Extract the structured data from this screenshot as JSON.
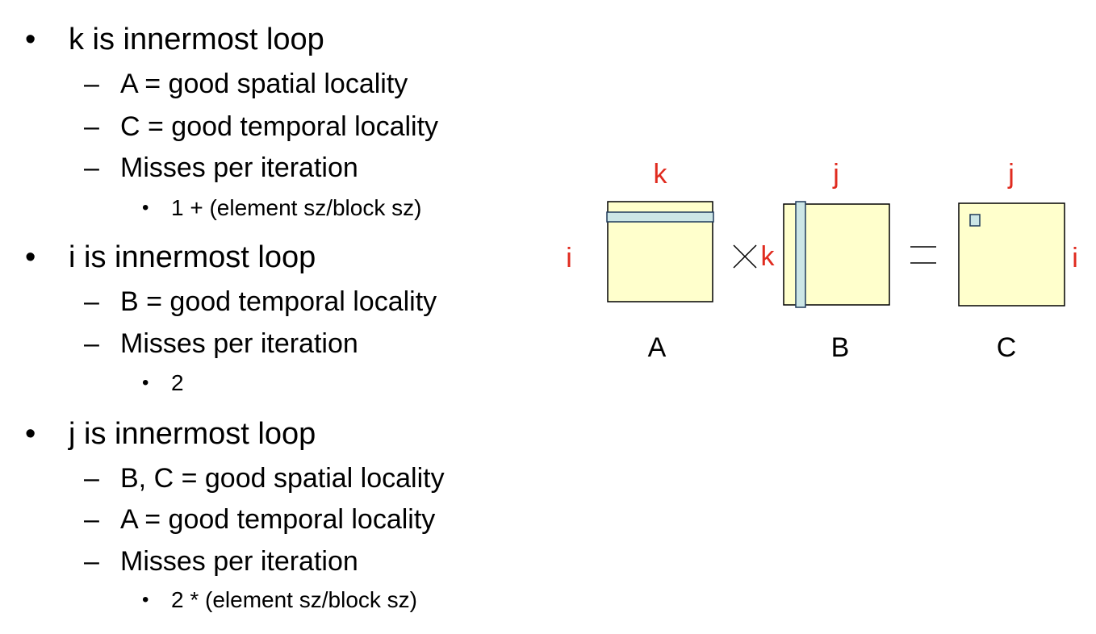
{
  "bullets": [
    {
      "bullet": "•",
      "text": "k is innermost loop",
      "items": [
        {
          "dash": "–",
          "text": "A = good spatial locality"
        },
        {
          "dash": "–",
          "text": "C = good temporal locality"
        },
        {
          "dash": "–",
          "text": "Misses per iteration",
          "sub": [
            {
              "dot": "•",
              "text": "1 + (element sz/block sz)"
            }
          ]
        }
      ]
    },
    {
      "bullet": "•",
      "text": "i is innermost loop",
      "items": [
        {
          "dash": "–",
          "text": "B = good temporal locality"
        },
        {
          "dash": "–",
          "text": "Misses per iteration",
          "sub": [
            {
              "dot": "•",
              "text": "2"
            }
          ]
        }
      ]
    },
    {
      "bullet": "•",
      "text": "j is innermost loop",
      "items": [
        {
          "dash": "–",
          "text": "B, C = good spatial locality"
        },
        {
          "dash": "–",
          "text": "A = good temporal locality"
        },
        {
          "dash": "–",
          "text": "Misses per iteration",
          "sub": [
            {
              "dot": "•",
              "text": "2 * (element sz/block sz)"
            }
          ]
        }
      ]
    }
  ],
  "diagram": {
    "matrix_a": {
      "label": "A",
      "top_var": "k",
      "side_var": "i"
    },
    "matrix_b": {
      "label": "B",
      "top_var": "j",
      "side_var": "k"
    },
    "matrix_c": {
      "label": "C",
      "top_var": "j",
      "side_var": "i"
    },
    "colors": {
      "matrix_fill": "#ffffcc",
      "highlight_fill": "#cce6e6",
      "variable": "#e02b1f"
    }
  }
}
